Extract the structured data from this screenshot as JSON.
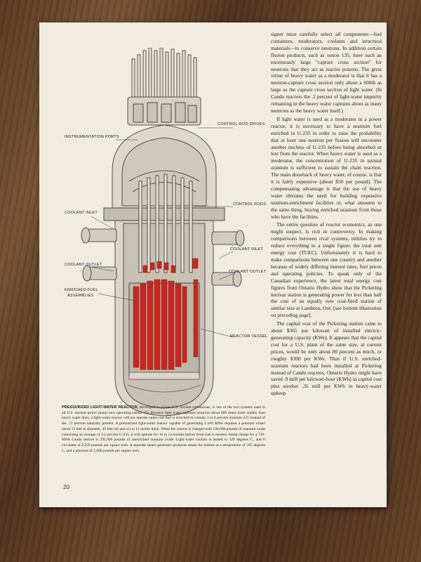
{
  "figure": {
    "callouts": {
      "control_rod_drives": "CONTROL-ROD DRIVES",
      "instrumentation_ports": "INSTRUMENTATION PORTS",
      "control_rods": "CONTROL RODS",
      "coolant_inlet_left": "COOLANT INLET",
      "coolant_inlet_right": "COOLANT INLET",
      "coolant_outlet_left": "COOLANT OUTLET",
      "coolant_outlet_right": "COOLANT OUTLET",
      "enriched_fuel_line1": "ENRICHED-FUEL",
      "enriched_fuel_line2": "ASSEMBLIES",
      "reactor_vessel": "REACTOR VESSEL"
    },
    "colors": {
      "fuel": "#c8261f",
      "line": "#2a2a2a",
      "fill": "#d9d4c8"
    }
  },
  "caption": {
    "title": "PRESSURIZED LIGHT-WATER REACTOR,",
    "text": "developed to power U.S. nuclear submarines, is one of the two systems used in all U.S. nuclear power plants now operating (about 55). Because light water captures neutrons about 600 times more readily than heavy water does, a light-water reactor will not operate unless the fuel is enriched to contain 1 to 4 percent uranium 235 instead of the .72 percent naturally present. A pressurized light-water reactor capable of generating 1,100 MWe requires a pressure vessel about 15 feet in diameter, 45 feet tall and six to 11 inches thick. When the reactor is charged with 196,000 pounds of uranium oxide containing an average of 3.2 percent U-235, it will operate for 10 to 12 months before fresh fuel is needed. Initial charge for a 750-MWe Candu reactor is 292,000 pounds of unenriched uranium oxide. Light-water coolant is heated to 320 degrees C., and it circulates at 2,250 pounds per square inch. A separate steam generator produces steam for turbine at a temperature of 285 degrees C. and a pressure of 1,000 pounds per square inch."
  },
  "column": {
    "p1": "signer must carefully select all components—fuel containers, moderators, coolants and structural materials—to conserve neutrons. In addition certain fission products, such as xenon 135, have such an enormously large \"capture cross section\" for neutrons that they act as reactor poisons. The great virtue of heavy water as a moderator is that it has a neutron-capture cross section only about a 600th as large as the capture cross section of light water. (In Candu reactors the .2 percent of light-water impurity remaining in the heavy water captures about as many neutrons as the heavy water itself.)",
    "p2": "If light water is used as a moderator in a power reactor, it is necessary to have a uranium fuel enriched in U-235 in order to raise the probability that at least one neutron per fission will encounter another nucleus of U-235 before being absorbed or lost from the reactor. When heavy water is used as a moderator, the concentration of U-235 in natural uranium is sufficient to sustain the chain reaction. The main drawback of heavy water, of course, is that it is fairly expensive (about $50 per pound). The compensating advantage is that the use of heavy water obviates the need for building expensive uranium-enrichment facilities or, what amounts to the same thing, buying enriched uranium from those who have the facilities.",
    "p3": "The entire question of reactor economics, as one might suspect, is rich in controversy. In making comparisons between rival systems, utilities try to reduce everything to a single figure: the total unit energy cost (TUEC). Unfortunately it is hard to make comparisons between one country and another because of widely differing interest rates, fuel prices and operating policies. To speak only of the Canadian experience, the latest total energy cost figures from Ontario Hydro show that the Pickering nuclear station is generating power for less than half the cost of an equally new coal-fired station of similar size at Lambton, Ont. [see bottom illustration on preceding page].",
    "p4": "The capital cost of the Pickering station came to about $365 per kilowatt of installed electric-generating capacity (KWe). It appears that the capital cost for a U.S. plant of the same size, at current prices, would be only about 80 percent as much, or roughly $300 per KWe. Thus if U.S. enriched-uranium reactors had been installed at Pickering instead of Candu reactors, Ontario Hydro might have saved .9 mill per kilowatt-hour (KWh) in capital cost plus another .35 mill per KWh in heavy-water upkeep"
  },
  "page_number": "20"
}
